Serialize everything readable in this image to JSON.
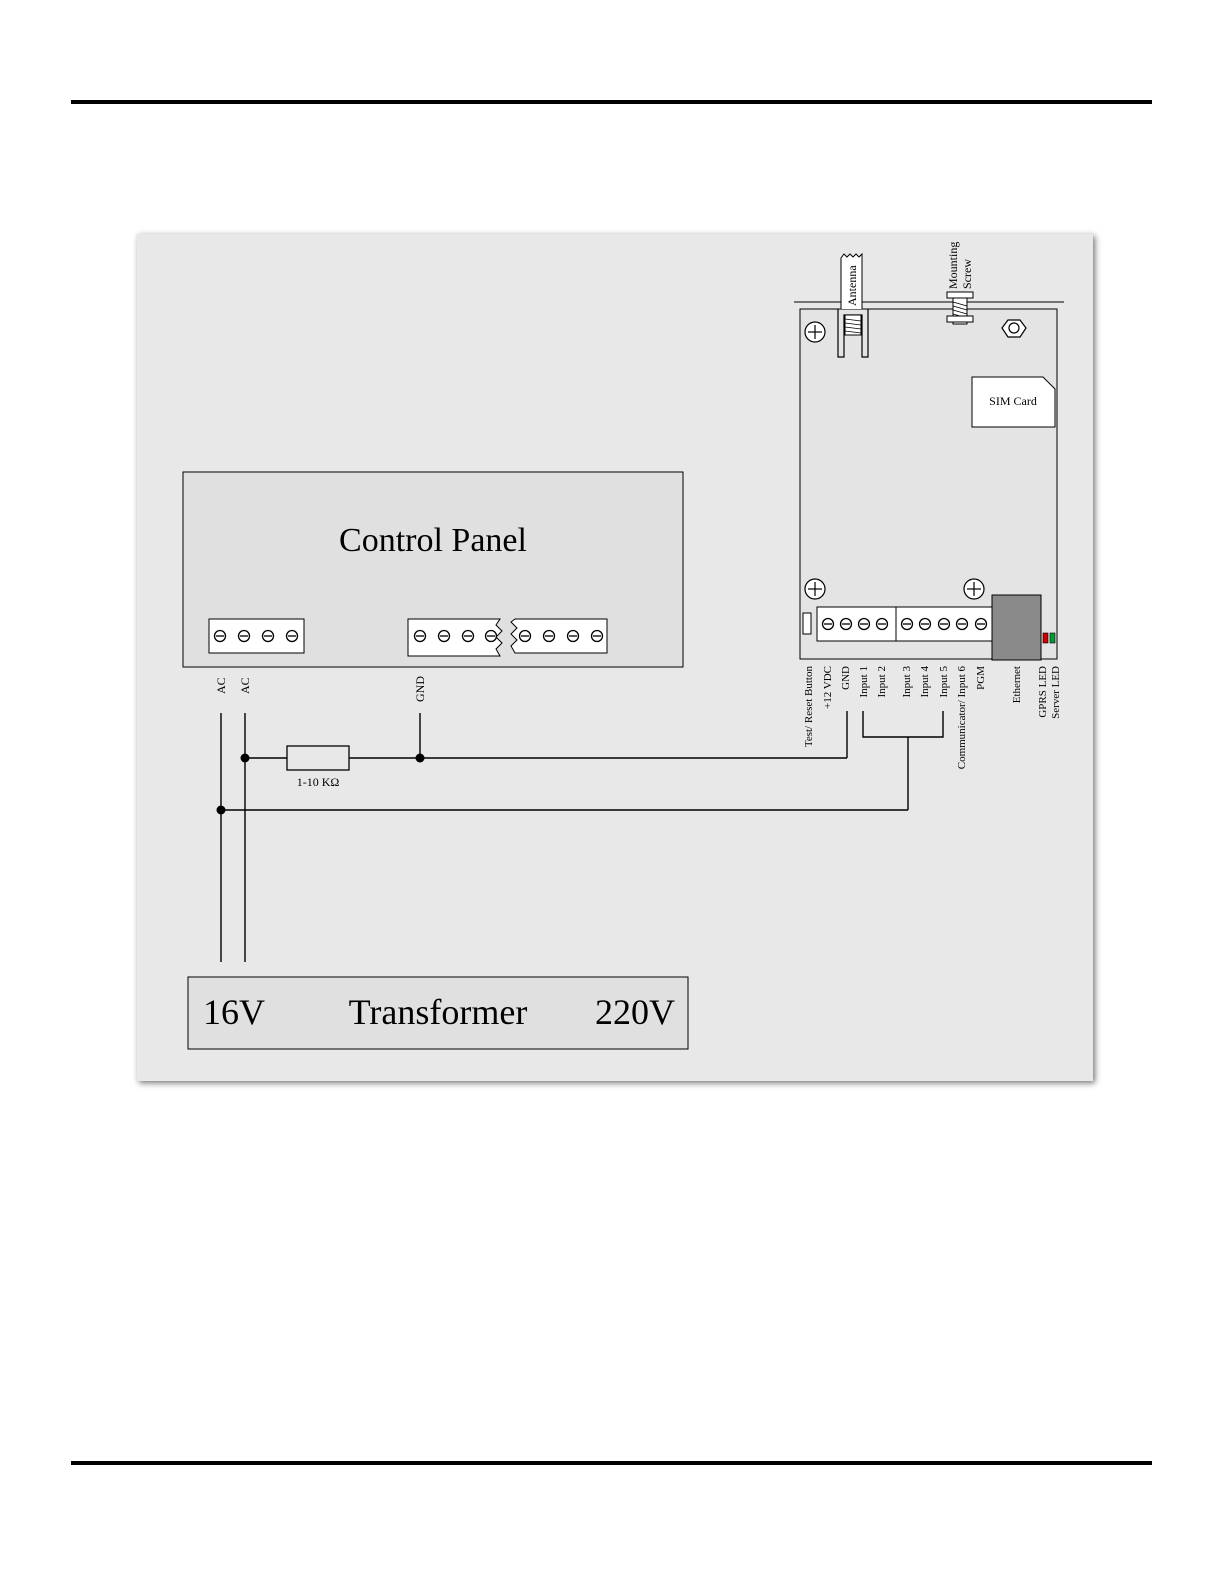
{
  "diagram": {
    "control_panel": {
      "title": "Control Panel"
    },
    "panel_labels": {
      "ac1": "AC",
      "ac2": "AC",
      "gnd": "GND"
    },
    "resistor": {
      "label": "1-10 KΩ"
    },
    "transformer": {
      "low": "16V",
      "name": "Transformer",
      "high": "220V"
    },
    "module": {
      "antenna": "Antenna",
      "mounting_screw": [
        "Mounting",
        "Screw"
      ],
      "sim_card": "SIM Card",
      "pin_labels": [
        "Test/ Reset Button",
        "+12 VDC",
        "GND",
        "Input 1",
        "Input 2",
        "Input 3",
        "Input 4",
        "Input 5",
        "Communicator/ Input 6",
        "PGM",
        "Ethernet",
        "GPRS LED",
        "Server LED"
      ]
    },
    "colors": {
      "frame": "#e8e8e8",
      "box": "#e0e0e0",
      "ethernet": "#8a8a8a",
      "gprs_led": "#cc0000",
      "server_led": "#009933"
    }
  }
}
